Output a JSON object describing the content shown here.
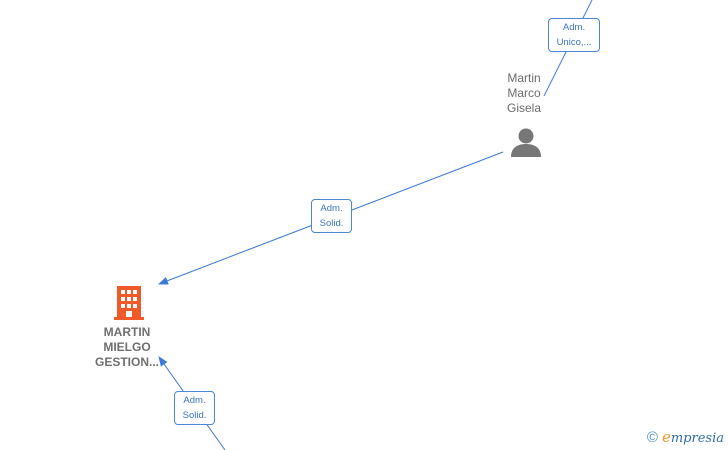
{
  "nodes": {
    "person": {
      "name_lines": [
        "Martin",
        "Marco",
        "Gisela"
      ],
      "icon": "person-icon",
      "color": "#777777"
    },
    "company": {
      "name_lines": [
        "MARTIN",
        "MIELGO",
        "GESTION..."
      ],
      "icon": "building-icon",
      "color": "#f05a28"
    }
  },
  "edges": {
    "top": {
      "label_lines": [
        "Adm.",
        "Unico,..."
      ]
    },
    "middle": {
      "label_lines": [
        "Adm.",
        "Solid."
      ]
    },
    "bottom": {
      "label_lines": [
        "Adm.",
        "Solid."
      ]
    }
  },
  "edge_color": "#3b7ad6",
  "brand": {
    "copyright": "©",
    "logo_initial": "e",
    "logo_rest": "mpresia"
  }
}
